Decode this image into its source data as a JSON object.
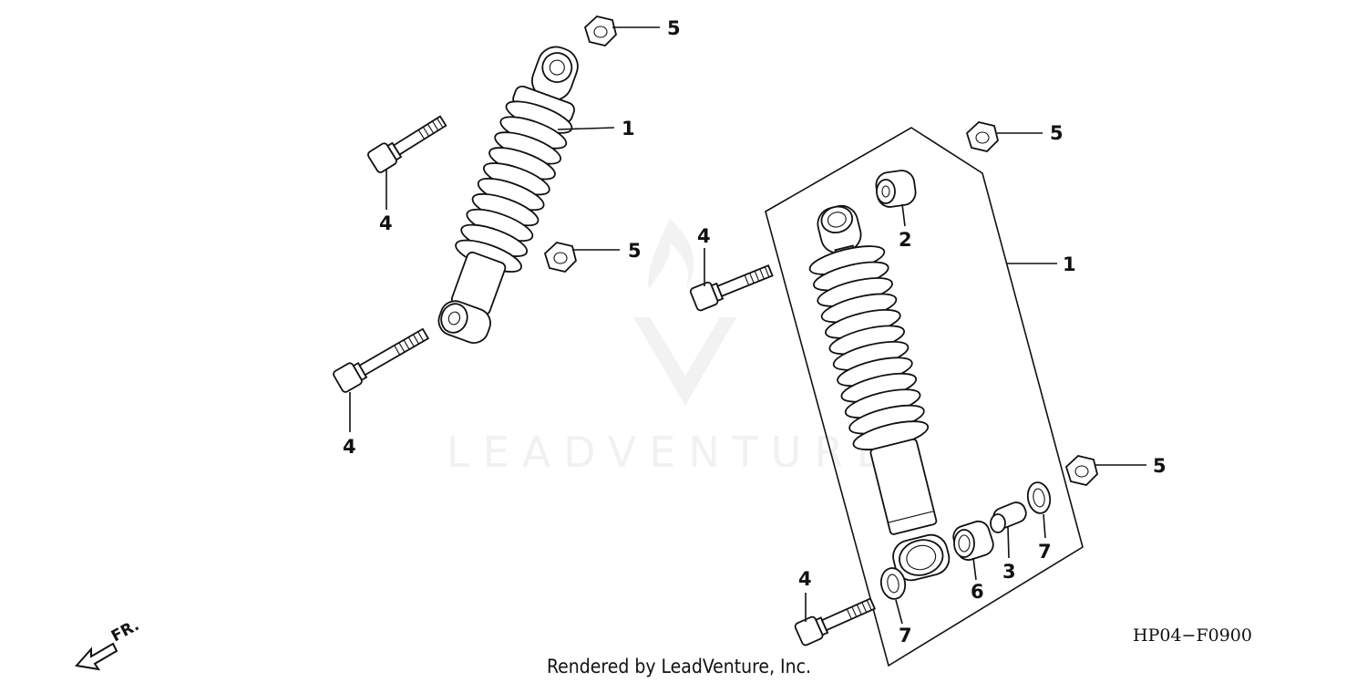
{
  "diagram": {
    "direction_label": "FR.",
    "diagram_code": "HP04−F0900",
    "footer": "Rendered by LeadVenture, Inc.",
    "watermark": "LEADVENTURE",
    "callouts": [
      {
        "id": "c1a",
        "text": "1"
      },
      {
        "id": "c5a",
        "text": "5"
      },
      {
        "id": "c4a",
        "text": "4"
      },
      {
        "id": "c5b",
        "text": "5"
      },
      {
        "id": "c4b",
        "text": "4"
      },
      {
        "id": "c5c",
        "text": "5"
      },
      {
        "id": "c2",
        "text": "2"
      },
      {
        "id": "c4c",
        "text": "4"
      },
      {
        "id": "c1b",
        "text": "1"
      },
      {
        "id": "c5d",
        "text": "5"
      },
      {
        "id": "c7a",
        "text": "7"
      },
      {
        "id": "c3",
        "text": "3"
      },
      {
        "id": "c6",
        "text": "6"
      },
      {
        "id": "c4d",
        "text": "4"
      },
      {
        "id": "c7b",
        "text": "7"
      }
    ]
  }
}
